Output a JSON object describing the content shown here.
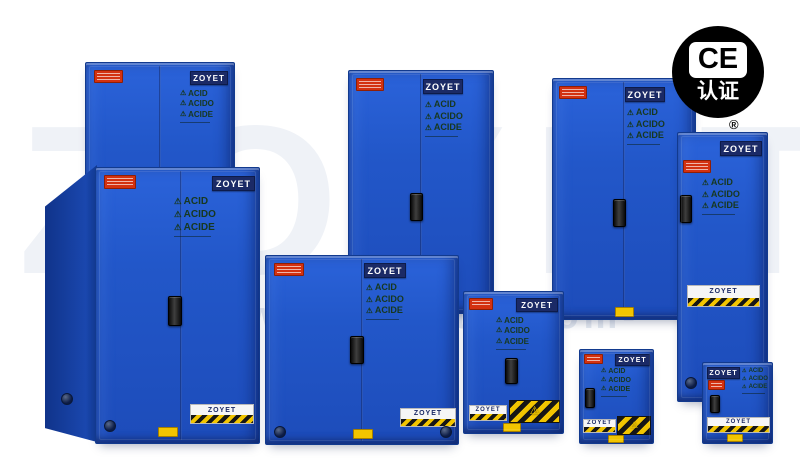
{
  "badge": {
    "ce": "CE",
    "cert": "认证",
    "registered": "®"
  },
  "watermark": {
    "brand": "ZOYET",
    "url": "-www.zoyetsafe.com-"
  },
  "cab": {
    "brand": "ZOYET",
    "warn": [
      "ACID",
      "ACIDO",
      "ACIDE"
    ]
  },
  "icons": {
    "warning_triangle": "⚠"
  },
  "colors": {
    "cabinet_blue": "#2257c9",
    "cabinet_shadow_blue": "#16398f",
    "logo_navy": "#1b2a66",
    "danger_red": "#d33110",
    "hazard_yellow": "#f2c500",
    "warning_text_green": "#17381f",
    "badge_black": "#000000"
  }
}
